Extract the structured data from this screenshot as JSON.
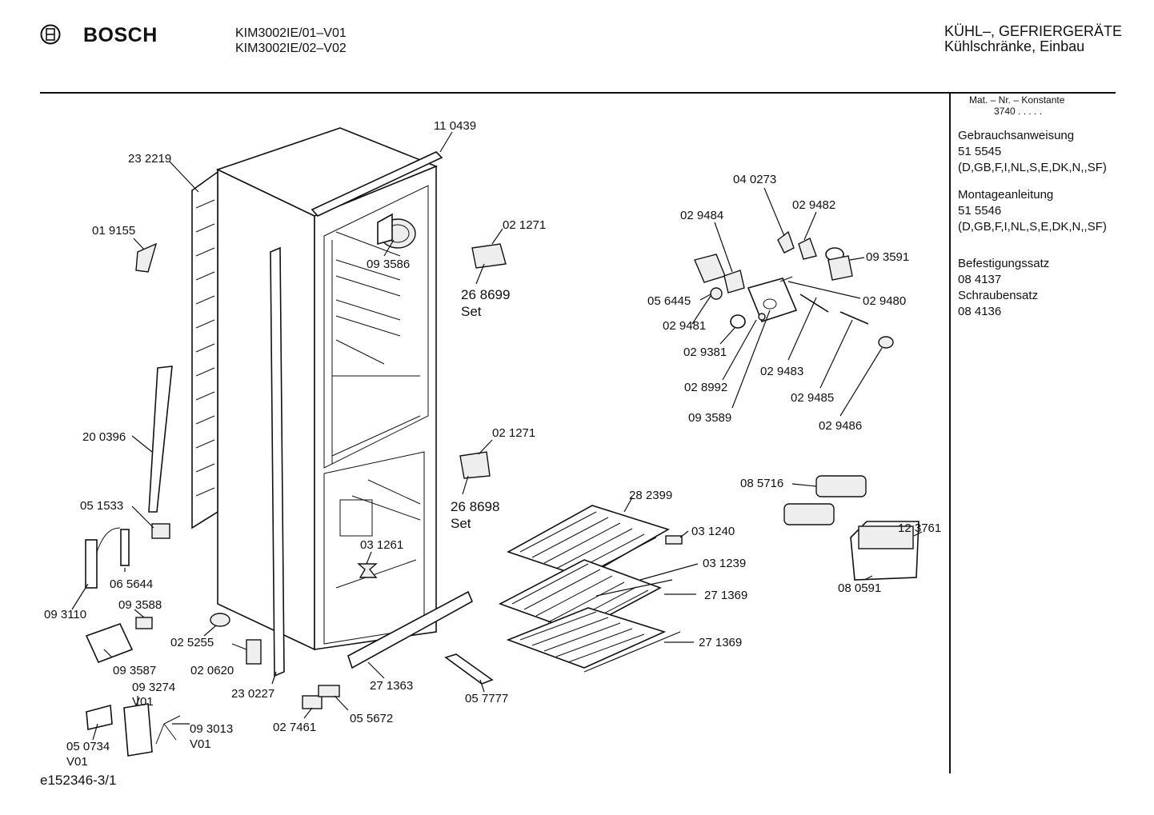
{
  "header": {
    "brand": "BOSCH",
    "models": [
      "KIM3002IE/01–V01",
      "KIM3002IE/02–V02"
    ],
    "category": [
      "KÜHL–, GEFRIERGERÄTE",
      "Kühlschränke, Einbau"
    ]
  },
  "sidebar": {
    "mat_nr_label": "Mat. – Nr. – Konstante",
    "mat_nr_value": "3740 .  .  .  .  .",
    "manual_title": "Gebrauchsanweisung",
    "manual_number": "51 5545",
    "manual_langs": "(D,GB,F,I,NL,S,E,DK,N,,SF)",
    "install_title": "Montageanleitung",
    "install_number": "51 5546",
    "install_langs": "(D,GB,F,I,NL,S,E,DK,N,,SF)",
    "mount_title": "Befestigungssatz",
    "mount_number": "08 4137",
    "screw_title": "Schraubensatz",
    "screw_number": "08 4136"
  },
  "footer": {
    "doc_id": "e152346-3/1"
  },
  "part_labels": [
    {
      "id": "p110439",
      "text": "11 0439"
    },
    {
      "id": "p232219",
      "text": "23 2219"
    },
    {
      "id": "p019155",
      "text": "01 9155"
    },
    {
      "id": "p093586",
      "text": "09 3586"
    },
    {
      "id": "p021271a",
      "text": "02 1271"
    },
    {
      "id": "p268699",
      "text": "26 8699"
    },
    {
      "id": "set1",
      "text": "Set"
    },
    {
      "id": "p200396",
      "text": "20 0396"
    },
    {
      "id": "p051533",
      "text": "05 1533"
    },
    {
      "id": "p021271b",
      "text": "02 1271"
    },
    {
      "id": "p268698",
      "text": "26 8698"
    },
    {
      "id": "set2",
      "text": "Set"
    },
    {
      "id": "p065644",
      "text": "06 5644"
    },
    {
      "id": "p031261",
      "text": "03 1261"
    },
    {
      "id": "p093110",
      "text": "09 3110"
    },
    {
      "id": "p093588",
      "text": "09 3588"
    },
    {
      "id": "p025255",
      "text": "02 5255"
    },
    {
      "id": "p093587",
      "text": "09 3587"
    },
    {
      "id": "p020620",
      "text": "02 0620"
    },
    {
      "id": "p093274",
      "text": "09 3274"
    },
    {
      "id": "v01a",
      "text": "V01"
    },
    {
      "id": "p230227",
      "text": "23 0227"
    },
    {
      "id": "p271363",
      "text": "27 1363"
    },
    {
      "id": "p093013",
      "text": "09 3013"
    },
    {
      "id": "v01b",
      "text": "V01"
    },
    {
      "id": "p050734",
      "text": "05 0734"
    },
    {
      "id": "v01c",
      "text": "V01"
    },
    {
      "id": "p027461",
      "text": "02 7461"
    },
    {
      "id": "p055672",
      "text": "05 5672"
    },
    {
      "id": "p057777",
      "text": "05 7777"
    },
    {
      "id": "p282399",
      "text": "28 2399"
    },
    {
      "id": "p031240",
      "text": "03 1240"
    },
    {
      "id": "p031239",
      "text": "03 1239"
    },
    {
      "id": "p271369a",
      "text": "27 1369"
    },
    {
      "id": "p271369b",
      "text": "27 1369"
    },
    {
      "id": "p040273",
      "text": "04 0273"
    },
    {
      "id": "p029484",
      "text": "02 9484"
    },
    {
      "id": "p029482",
      "text": "02 9482"
    },
    {
      "id": "p093591",
      "text": "09 3591"
    },
    {
      "id": "p056445",
      "text": "05 6445"
    },
    {
      "id": "p029480",
      "text": "02 9480"
    },
    {
      "id": "p029481",
      "text": "02 9481"
    },
    {
      "id": "p029381",
      "text": "02 9381"
    },
    {
      "id": "p029483",
      "text": "02 9483"
    },
    {
      "id": "p028992",
      "text": "02 8992"
    },
    {
      "id": "p029485",
      "text": "02 9485"
    },
    {
      "id": "p093589",
      "text": "09 3589"
    },
    {
      "id": "p029486",
      "text": "02 9486"
    },
    {
      "id": "p085716",
      "text": "08 5716"
    },
    {
      "id": "p123761",
      "text": "12 3761"
    },
    {
      "id": "p080591",
      "text": "08 0591"
    }
  ]
}
